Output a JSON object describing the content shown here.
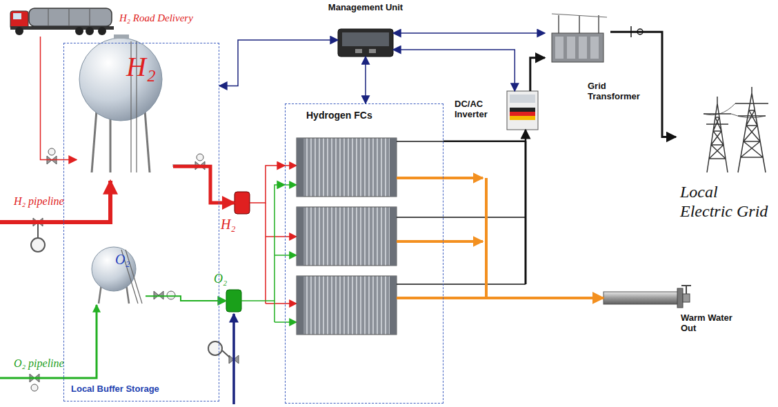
{
  "diagram": {
    "nodes": [
      {
        "text": [
          "H₂ Road Delivery"
        ]
      },
      {
        "text": [
          "Local Buffer Storage"
        ]
      },
      {
        "text": [
          "H₂"
        ],
        "in": 1
      },
      {
        "text": [
          "O₂"
        ],
        "in": 1
      },
      {
        "text": [
          "Management Unit"
        ]
      },
      {
        "text": [
          "H₂"
        ]
      },
      {
        "text": [
          "O₂"
        ]
      },
      {
        "text": [
          "Hydrogen FCs"
        ]
      },
      {
        "text": [
          "DC/AC Inverter"
        ]
      },
      {
        "text": [
          "Grid Transformer"
        ]
      },
      {
        "text": [
          "Local Electric Grid"
        ]
      },
      {
        "text": [
          "Warm Water Out"
        ]
      }
    ],
    "edges": [
      {
        "from": 4,
        "to": 1,
        "arrow": "both"
      },
      {
        "from": 4,
        "to": 7,
        "arrow": "both"
      },
      {
        "from": 4,
        "to": 8,
        "arrow": "both"
      },
      {
        "from": 4,
        "to": 9,
        "arrow": "both"
      },
      {
        "from": 0,
        "to": 2,
        "arrow": "to"
      },
      {
        "from": 2,
        "to": 5,
        "arrow": "to"
      },
      {
        "from": 3,
        "to": 6,
        "arrow": "to"
      },
      {
        "from": 5,
        "to": 7,
        "arrow": "to"
      },
      {
        "from": 6,
        "to": 7,
        "arrow": "to"
      },
      {
        "from": 7,
        "to": 8,
        "arrow": "to"
      },
      {
        "from": 8,
        "to": 9,
        "arrow": "to"
      },
      {
        "from": 9,
        "to": 10,
        "arrow": "to"
      },
      {
        "from": 7,
        "to": 11,
        "arrow": "to"
      }
    ],
    "labels": [
      "H₂ pipeline",
      "O₂ pipeline"
    ]
  }
}
